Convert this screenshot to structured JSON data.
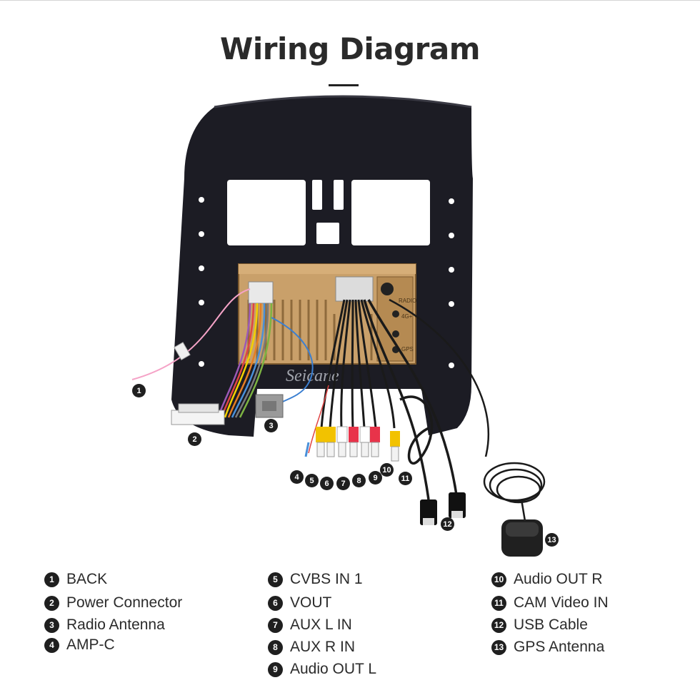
{
  "title": "Wiring Diagram",
  "watermark": "Seicane",
  "panel_labels": {
    "radio": "RADIO",
    "4g": "4G+",
    "gps": "GPS"
  },
  "callouts": [
    "1",
    "2",
    "3",
    "4",
    "5",
    "6",
    "7",
    "8",
    "9",
    "10",
    "11",
    "12",
    "13"
  ],
  "legend": [
    {
      "num": "1",
      "label": "BACK"
    },
    {
      "num": "2",
      "label": "Power Connector"
    },
    {
      "num": "3",
      "label": "Radio Antenna"
    },
    {
      "num": "4",
      "label": "AMP-C"
    },
    {
      "num": "5",
      "label": "CVBS IN 1"
    },
    {
      "num": "6",
      "label": "VOUT"
    },
    {
      "num": "7",
      "label": "AUX L IN"
    },
    {
      "num": "8",
      "label": "AUX R IN"
    },
    {
      "num": "9",
      "label": "Audio OUT L"
    },
    {
      "num": "10",
      "label": "Audio OUT R"
    },
    {
      "num": "11",
      "label": "CAM Video IN"
    },
    {
      "num": "12",
      "label": "USB Cable"
    },
    {
      "num": "13",
      "label": "GPS Antenna"
    }
  ],
  "colors": {
    "frame": "#1c1c24",
    "board": "#c9a06a",
    "board_dark": "#8e6a3c",
    "accent": "#1f1f1f"
  }
}
